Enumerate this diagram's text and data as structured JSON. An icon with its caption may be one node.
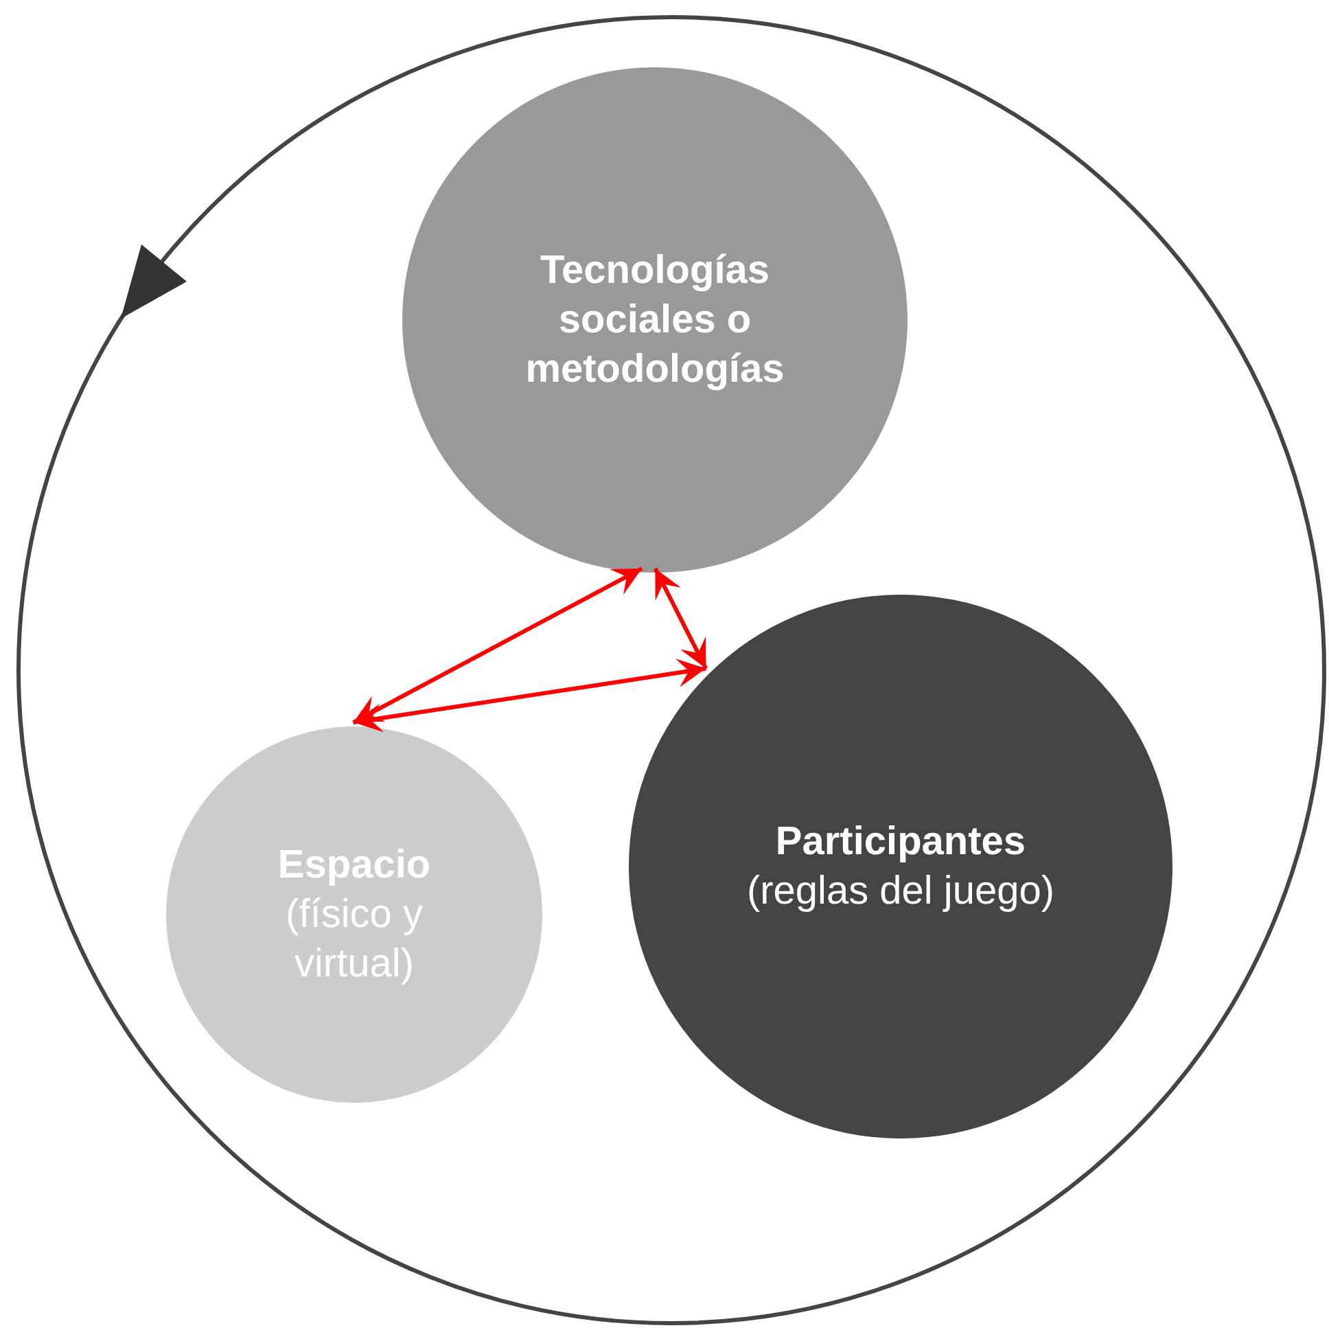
{
  "diagram": {
    "nodes": [
      {
        "text": [],
        "shape": "circle"
      },
      {
        "text": [
          "Tecnologías sociales o metodologías"
        ],
        "in": 0
      },
      {
        "text": [
          "Participantes",
          "(reglas del juego)"
        ],
        "in": 0
      },
      {
        "text": [
          "Espacio",
          "(físico y virtual)"
        ],
        "in": 0
      }
    ],
    "edges": [
      {
        "from": 1,
        "to": 2,
        "arrow": "both",
        "color": "#ff0000"
      },
      {
        "from": 1,
        "to": 3,
        "arrow": "both",
        "color": "#ff0000"
      },
      {
        "from": 3,
        "to": 2,
        "arrow": "both",
        "color": "#ff0000"
      }
    ]
  }
}
